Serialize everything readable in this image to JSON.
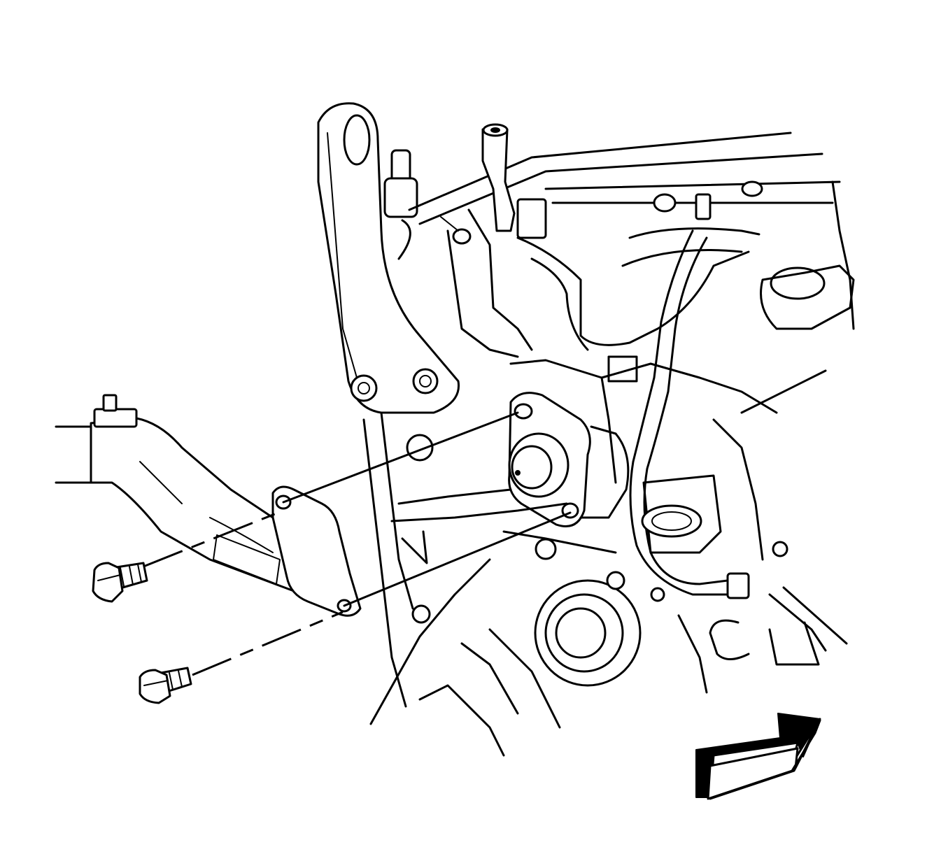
{
  "diagram": {
    "kind": "exploded-view line drawing",
    "parts": [
      {
        "name": "exhaust-pipe",
        "role": "removed part"
      },
      {
        "name": "pipe-flange",
        "role": "removed part"
      },
      {
        "name": "flange-bolt",
        "count": 2,
        "role": "fastener"
      },
      {
        "name": "engine-assembly",
        "role": "context"
      },
      {
        "name": "view-direction-arrow",
        "role": "orientation indicator"
      }
    ],
    "colors": {
      "line": "#000000",
      "background": "#ffffff"
    }
  }
}
